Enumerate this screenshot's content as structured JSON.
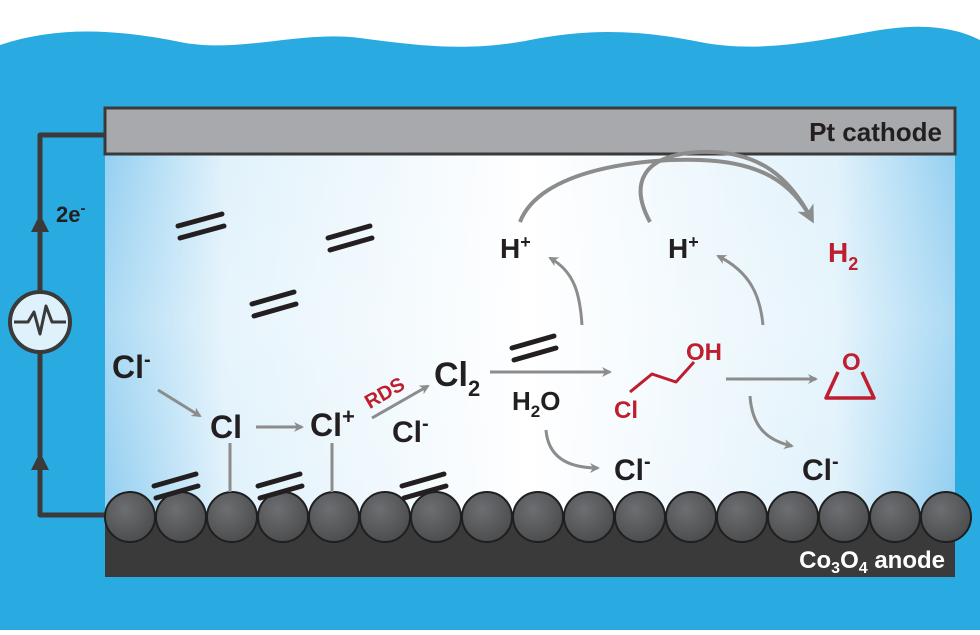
{
  "cathode": {
    "label": "Pt cathode"
  },
  "anode": {
    "label_prefix": "Co",
    "label_sub1": "3",
    "label_mid": "O",
    "label_sub2": "4",
    "label_suffix": " anode"
  },
  "circuit": {
    "electrons": "2e",
    "electrons_sup": "-"
  },
  "species": {
    "cl_minus_left": {
      "base": "Cl",
      "sup": "-"
    },
    "cl_radical": {
      "base": "Cl"
    },
    "cl_plus": {
      "base": "Cl",
      "sup": "+"
    },
    "cl_minus_mid": {
      "base": "Cl",
      "sup": "-"
    },
    "cl2": {
      "base": "Cl",
      "sub": "2"
    },
    "water": {
      "base": "H",
      "sub": "2",
      "tail": "O"
    },
    "h_plus_1": {
      "base": "H",
      "sup": "+"
    },
    "h_plus_2": {
      "base": "H",
      "sup": "+"
    },
    "h2": {
      "base": "H",
      "sub": "2"
    },
    "cl_minus_bottom1": {
      "base": "Cl",
      "sup": "-"
    },
    "cl_minus_bottom2": {
      "base": "Cl",
      "sup": "-"
    },
    "chlorohydrin_oh": "OH",
    "chlorohydrin_cl": "Cl",
    "epoxide_o": "O"
  },
  "labels": {
    "rds": "RDS"
  },
  "colors": {
    "water_blue": "#29abe2",
    "cathode_gray": "#a7a9ac",
    "anode_dark": "#3a3a3a",
    "sphere_gray": "#58595b",
    "arrow_gray": "#8c8c8c",
    "product_red": "#be1e2d"
  }
}
